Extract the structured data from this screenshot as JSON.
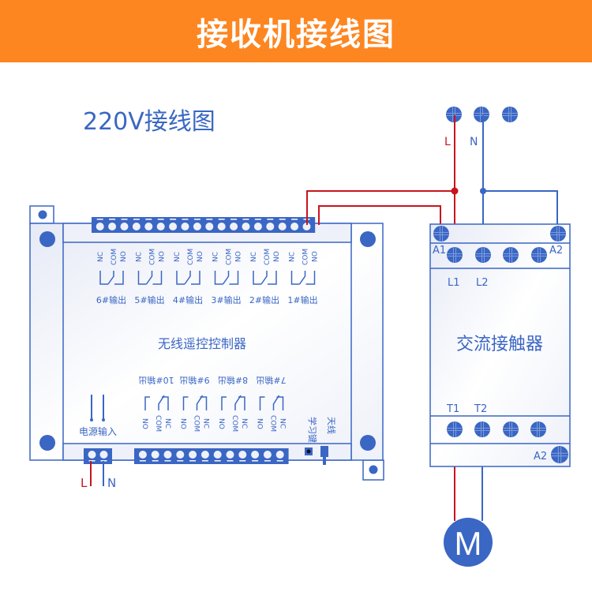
{
  "header": {
    "title": "接收机接线图"
  },
  "diagram_title": "220V接线图",
  "colors": {
    "banner": "#fd8621",
    "blue": "#3a66c4",
    "live_wire": "#c8141e",
    "panel_bg": "#eef1f9"
  },
  "controller": {
    "name": "无线遥控控制器",
    "power_label": "电源输入",
    "learn_key_label": "学习键",
    "antenna_label": "天线",
    "top_terminal_count": 18,
    "bottom_terminal_count": 12,
    "power_terminal_count": 2,
    "top_outputs": [
      {
        "label": "6#输出",
        "pins": [
          "NC",
          "COM",
          "NO"
        ]
      },
      {
        "label": "5#输出",
        "pins": [
          "NC",
          "COM",
          "NO"
        ]
      },
      {
        "label": "4#输出",
        "pins": [
          "NC",
          "COM",
          "NO"
        ]
      },
      {
        "label": "3#输出",
        "pins": [
          "NC",
          "COM",
          "NO"
        ]
      },
      {
        "label": "2#输出",
        "pins": [
          "NC",
          "COM",
          "NO"
        ]
      },
      {
        "label": "1#输出",
        "pins": [
          "NC",
          "COM",
          "NO"
        ]
      }
    ],
    "bottom_outputs": [
      {
        "label": "10#输出",
        "pins": [
          "NO",
          "COM",
          "NC"
        ]
      },
      {
        "label": "9#输出",
        "pins": [
          "NO",
          "COM",
          "NC"
        ]
      },
      {
        "label": "8#输出",
        "pins": [
          "NO",
          "COM",
          "NC"
        ]
      },
      {
        "label": "7#输出",
        "pins": [
          "NO",
          "COM",
          "NC"
        ]
      }
    ],
    "power_wires": {
      "live": "L",
      "neutral": "N"
    }
  },
  "supply": {
    "live": "L",
    "neutral": "N",
    "terminal_count": 3
  },
  "contactor": {
    "name": "交流接触器",
    "coil_a1": "A1",
    "coil_a2": "A2",
    "coil_a2_bottom": "A2",
    "line_inputs": [
      "L1",
      "L2"
    ],
    "load_outputs": [
      "T1",
      "T2"
    ],
    "top_terminal_count": 4,
    "bottom_terminal_count": 4
  },
  "motor": {
    "label": "M"
  }
}
